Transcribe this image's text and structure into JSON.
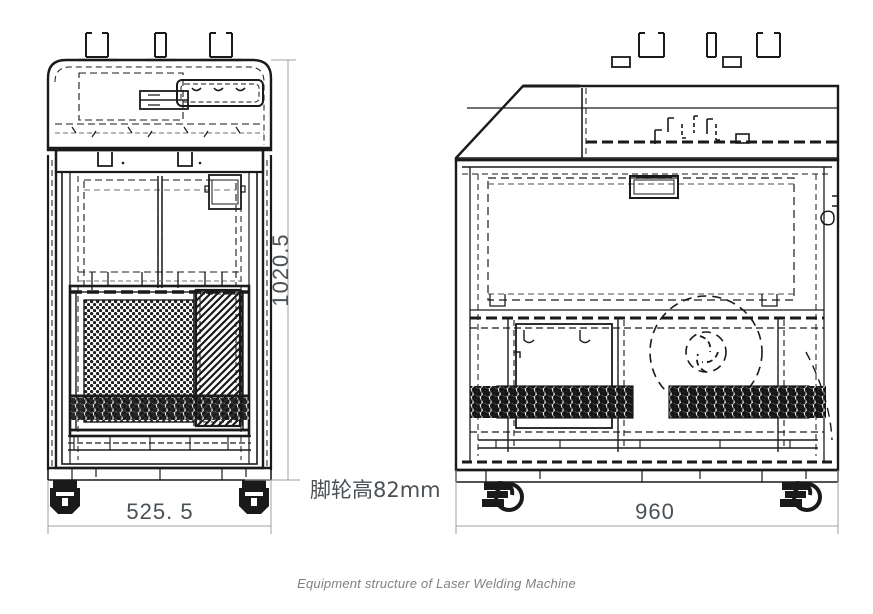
{
  "figure": {
    "caption": "Equipment structure of Laser Welding Machine",
    "background_color": "#ffffff",
    "line_color": "#1a1a1a",
    "dimension_color": "#9aa0a3",
    "text_color": "#4b5054",
    "caption_color": "#7d8285"
  },
  "views": {
    "front": {
      "name": "front-view",
      "dimensions": {
        "height_label": "1020.5",
        "width_label": "525. 5"
      }
    },
    "side": {
      "name": "side-view",
      "dimensions": {
        "width_label": "960"
      }
    }
  },
  "annotations": {
    "caster_note": "脚轮高82mm"
  },
  "parts": {
    "front": [
      {
        "id": "front-top-connectors",
        "label": "top connector posts"
      },
      {
        "id": "front-upper-housing",
        "label": "upper rounded housing"
      },
      {
        "id": "front-control-panel",
        "label": "control panel module"
      },
      {
        "id": "front-mid-cabinet",
        "label": "mid cabinet with dashed panels"
      },
      {
        "id": "front-square-component",
        "label": "square component"
      },
      {
        "id": "front-mesh-radiator",
        "label": "mesh radiator core"
      },
      {
        "id": "front-coil-stack",
        "label": "coil stack"
      },
      {
        "id": "front-base-plate",
        "label": "base plate"
      },
      {
        "id": "front-caster-left",
        "label": "left caster"
      },
      {
        "id": "front-caster-right",
        "label": "right caster"
      }
    ],
    "side": [
      {
        "id": "side-top-connectors",
        "label": "top connector posts"
      },
      {
        "id": "side-chamfered-top",
        "label": "chamfered top cover"
      },
      {
        "id": "side-inner-cabinet",
        "label": "inner cabinet outline"
      },
      {
        "id": "side-small-module",
        "label": "small module"
      },
      {
        "id": "side-fan-circle",
        "label": "fan assembly"
      },
      {
        "id": "side-radiator-band-left",
        "label": "left radiator band"
      },
      {
        "id": "side-radiator-band-right",
        "label": "right radiator band"
      },
      {
        "id": "side-base-plate",
        "label": "base plate"
      },
      {
        "id": "side-caster-left",
        "label": "left caster"
      },
      {
        "id": "side-caster-right",
        "label": "right caster"
      }
    ]
  }
}
